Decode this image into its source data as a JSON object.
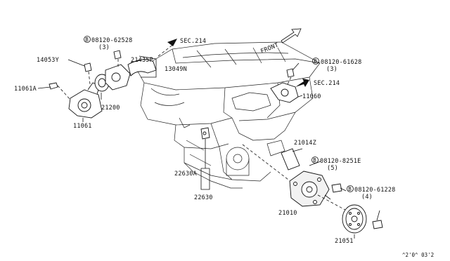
{
  "labels": {
    "bolt_a": "08120-62528",
    "bolt_a_qty": "(3)",
    "bolt_b": "08120-61628",
    "bolt_b_qty": "(3)",
    "bolt_c": "08120-8251E",
    "bolt_c_qty": "(5)",
    "bolt_d": "08120-61228",
    "bolt_d_qty": "(4)",
    "circle_b": "B",
    "sec_top": "SEC.214",
    "sec_right": "SEC.214",
    "front": "FRONT",
    "p14053y": "14053Y",
    "p11061a": "11061A",
    "p11061": "11061",
    "p21435p": "21435P",
    "p13049n": "13049N",
    "p21200": "21200",
    "p11060": "11060",
    "p21014z": "21014Z",
    "p22630a": "22630A",
    "p22630": "22630",
    "p21010": "21010",
    "p21051": "21051",
    "diagram_code": "^2'0^ 03'2"
  }
}
